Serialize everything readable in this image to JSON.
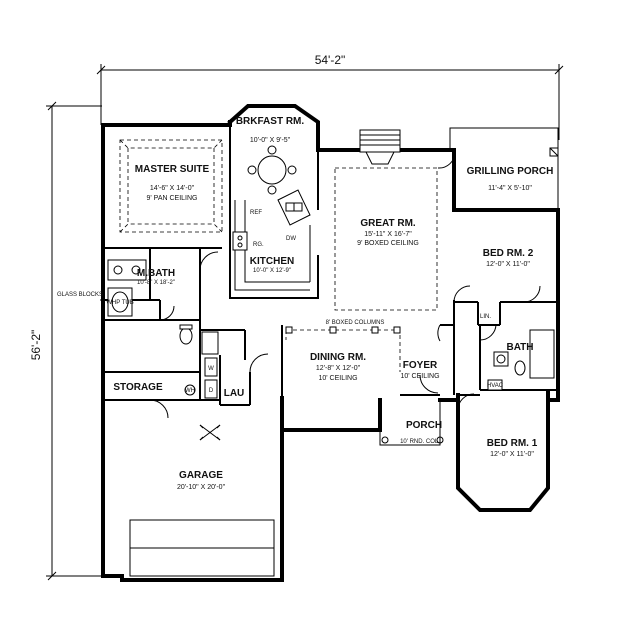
{
  "overall": {
    "width": "54'-2\"",
    "depth": "56'-2\""
  },
  "rooms": {
    "breakfast": {
      "name": "BRKFAST RM.",
      "size": "10'-0\" X 9'-5\""
    },
    "master": {
      "name": "MASTER SUITE",
      "size": "14'-6\" X 14'-0\"",
      "note": "9' PAN CEILING"
    },
    "grilling": {
      "name": "GRILLING PORCH",
      "size": "11'-4\" X 5'-10\""
    },
    "great": {
      "name": "GREAT RM.",
      "size": "15'-11\" X 16'-7\"",
      "note": "9' BOXED CEILING"
    },
    "kitchen": {
      "name": "KITCHEN",
      "size": "10'-0\" X 12'-9\""
    },
    "bed2": {
      "name": "BED RM. 2",
      "size": "12'-0\" X 11'-0\""
    },
    "mbath": {
      "name": "M.BATH",
      "size": "10'-8\" X 18'-2\""
    },
    "dining": {
      "name": "DINING RM.",
      "size": "12'-8\" X 12'-0\"",
      "note": "10' CEILING"
    },
    "foyer": {
      "name": "FOYER",
      "note": "10' CEILING"
    },
    "storage": {
      "name": "STORAGE"
    },
    "lau": {
      "name": "LAU"
    },
    "bath": {
      "name": "BATH"
    },
    "porch": {
      "name": "PORCH"
    },
    "bed1": {
      "name": "BED RM. 1",
      "size": "12'-0\" X 11'-0\""
    },
    "garage": {
      "name": "GARAGE",
      "size": "20'-10\" X 20'-0\""
    }
  },
  "fixtures": {
    "ref": "REF",
    "rg": "RG.",
    "dw": "DW",
    "whp_tub": "WHP TUB",
    "lin": "LIN.",
    "hvac": "HVAC",
    "wh": "WH",
    "w": "W",
    "d": "D"
  },
  "notes": {
    "glass_blocks": "GLASS BLOCKS",
    "boxed_columns": "8' BOXED COLUMNS",
    "rnd_col": "10' RND. COL."
  }
}
